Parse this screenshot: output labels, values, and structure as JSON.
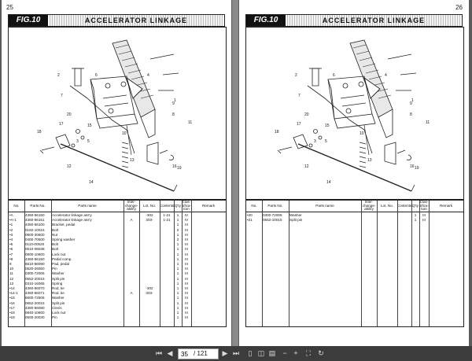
{
  "left_page": {
    "number": "25",
    "fig_label": "FIG.10",
    "title": "ACCELERATOR LINKAGE",
    "part_labels": [
      "2",
      "7",
      "15",
      "16",
      "1",
      "9",
      "4",
      "8",
      "17",
      "20",
      "3",
      "5",
      "11",
      "14",
      "18",
      "13",
      "12",
      "10",
      "6",
      "19"
    ],
    "headers": {
      "no": "No.",
      "parts_no": "Parts No.",
      "parts_name": "Parts name",
      "interchangeability": "Inter-change-ability",
      "lot_no": "Lot. No.",
      "contents": "Contents",
      "qty": "Q'ty",
      "classification": "Clas-sifica-tion",
      "remark": "Remark"
    },
    "rows": [
      {
        "no": "•A",
        "parts": "4360-56150",
        "name": "Accelerator linkage ass'y",
        "inter": "",
        "lot": "-302",
        "contents": "1-21",
        "qty": "1",
        "cls": "IV"
      },
      {
        "no": "•A-1",
        "parts": "4360-56151",
        "name": "Accelerator linkage ass'y",
        "inter": "A",
        "lot": "303-",
        "contents": "1-21",
        "qty": "1",
        "cls": "IV"
      },
      {
        "no": "•1",
        "parts": "4360-56100",
        "name": "Bracket, pedal",
        "inter": "",
        "lot": "",
        "contents": "",
        "qty": "1",
        "cls": "III"
      },
      {
        "no": "•2",
        "parts": "0182-10016",
        "name": "Bolt",
        "inter": "",
        "lot": "",
        "contents": "",
        "qty": "2",
        "cls": "III"
      },
      {
        "no": "•3",
        "parts": "0800-30600",
        "name": "Nut",
        "inter": "",
        "lot": "",
        "contents": "",
        "qty": "1",
        "cls": "III"
      },
      {
        "no": "•4",
        "parts": "0400-70500",
        "name": "Spring washer",
        "inter": "",
        "lot": "",
        "contents": "",
        "qty": "2",
        "cls": "III"
      },
      {
        "no": "•5",
        "parts": "0110-00520",
        "name": "Bolt",
        "inter": "",
        "lot": "",
        "contents": "",
        "qty": "1",
        "cls": "III"
      },
      {
        "no": "•6",
        "parts": "0510-06038",
        "name": "Bolt",
        "inter": "",
        "lot": "",
        "contents": "",
        "qty": "1",
        "cls": "III"
      },
      {
        "no": "•7",
        "parts": "0800-10600",
        "name": "Lock nut",
        "inter": "",
        "lot": "",
        "contents": "",
        "qty": "1",
        "cls": "III"
      },
      {
        "no": "•8",
        "parts": "4360-56150",
        "name": "Pedal comp.",
        "inter": "",
        "lot": "",
        "contents": "",
        "qty": "1",
        "cls": "III"
      },
      {
        "no": "9",
        "parts": "6510-56090",
        "name": "Pad, pedal",
        "inter": "",
        "lot": "",
        "contents": "",
        "qty": "1",
        "cls": "III"
      },
      {
        "no": "10",
        "parts": "0520-26060",
        "name": "Pin",
        "inter": "",
        "lot": "",
        "contents": "",
        "qty": "1",
        "cls": "III"
      },
      {
        "no": "11",
        "parts": "0300-72006",
        "name": "Washer",
        "inter": "",
        "lot": "",
        "contents": "",
        "qty": "1",
        "cls": "III"
      },
      {
        "no": "12",
        "parts": "0552-20015",
        "name": "Split pin",
        "inter": "",
        "lot": "",
        "contents": "",
        "qty": "1",
        "cls": "III"
      },
      {
        "no": "13",
        "parts": "0310-16065",
        "name": "Spring",
        "inter": "",
        "lot": "",
        "contents": "",
        "qty": "1",
        "cls": "III"
      },
      {
        "no": "•14",
        "parts": "4360-56070",
        "name": "Rod, tie",
        "inter": "",
        "lot": "-302",
        "contents": "",
        "qty": "1",
        "cls": "III"
      },
      {
        "no": "•14-1",
        "parts": "4360-56071",
        "name": "Rod, tie",
        "inter": "A",
        "lot": "303-",
        "contents": "",
        "qty": "1",
        "cls": "III"
      },
      {
        "no": "•15",
        "parts": "6600-72506",
        "name": "Washer",
        "inter": "",
        "lot": "",
        "contents": "",
        "qty": "1",
        "cls": "III"
      },
      {
        "no": "•16",
        "parts": "0652-20015",
        "name": "Split pin",
        "inter": "",
        "lot": "",
        "contents": "",
        "qty": "1",
        "cls": "III"
      },
      {
        "no": "•17",
        "parts": "4380-56080",
        "name": "Clevis",
        "inter": "",
        "lot": "",
        "contents": "",
        "qty": "1",
        "cls": "III"
      },
      {
        "no": "•18",
        "parts": "0840-10600",
        "name": "Lock nut",
        "inter": "",
        "lot": "",
        "contents": "",
        "qty": "1",
        "cls": "III"
      },
      {
        "no": "•19",
        "parts": "0500-20030",
        "name": "Pin",
        "inter": "",
        "lot": "",
        "contents": "",
        "qty": "1",
        "cls": "III"
      }
    ]
  },
  "right_page": {
    "number": "26",
    "fig_label": "FIG.10",
    "title": "ACCELERATOR LINKAGE",
    "part_labels": [
      "2",
      "7",
      "15",
      "16",
      "1",
      "9",
      "4",
      "8",
      "17",
      "20",
      "3",
      "5",
      "11",
      "14",
      "18",
      "13",
      "12",
      "10",
      "6",
      "19"
    ],
    "headers": {
      "no": "No.",
      "parts_no": "Parts No.",
      "parts_name": "Parts name",
      "interchangeability": "Inter-change-ability",
      "lot_no": "Lot. No.",
      "contents": "Contents",
      "qty": "Q'ty",
      "classification": "Clas-sifica-tion",
      "remark": "Remark"
    },
    "rows": [
      {
        "no": "•20",
        "parts": "0300-72006",
        "name": "Washer",
        "inter": "",
        "lot": "",
        "contents": "",
        "qty": "1",
        "cls": "III"
      },
      {
        "no": "•21",
        "parts": "0552-10015",
        "name": "Split pin",
        "inter": "",
        "lot": "",
        "contents": "",
        "qty": "1",
        "cls": "III"
      }
    ]
  },
  "toolbar": {
    "current_page": "35",
    "page_total": "/ 121"
  },
  "colors": {
    "viewer_background": "#5b5b5b",
    "toolbar_background": "#3c3c3c",
    "page_background": "#ffffff",
    "ink": "#111111"
  },
  "icons": [
    "first-page-icon",
    "previous-page-icon",
    "next-page-icon",
    "last-page-icon",
    "single-page-view-icon",
    "two-page-view-icon",
    "continuous-view-icon",
    "zoom-out-icon",
    "zoom-in-icon",
    "fit-page-icon",
    "rotate-icon"
  ]
}
